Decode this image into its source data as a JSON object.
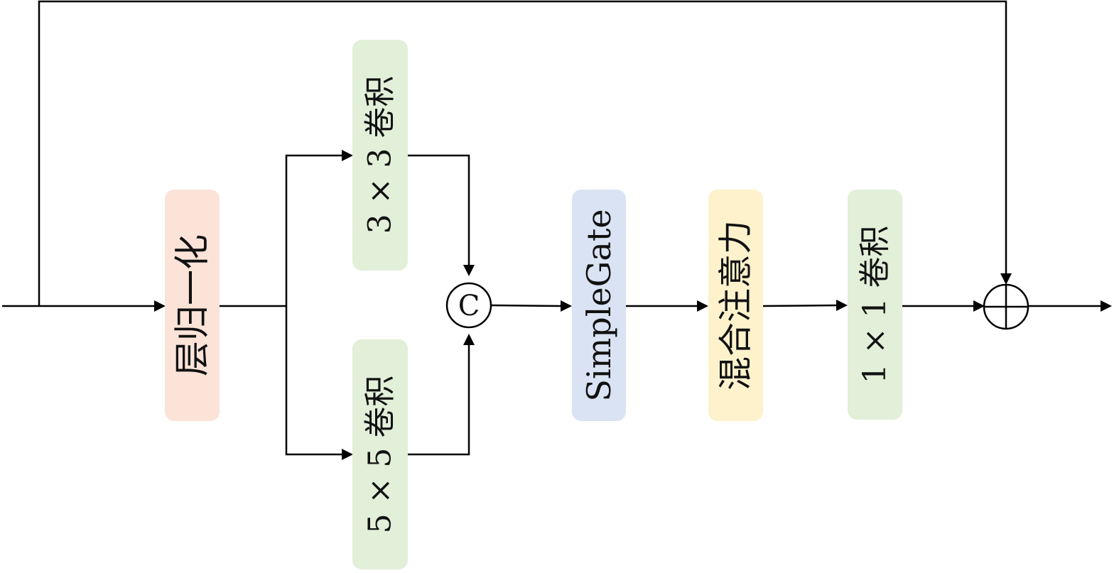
{
  "blocks": {
    "layer_norm": {
      "label": "层归一化",
      "color": "#fbe3d8"
    },
    "conv3": {
      "label": "3 × 3 卷积",
      "color": "#e2efd9"
    },
    "conv5": {
      "label": "5 × 5 卷积",
      "color": "#e2efd9"
    },
    "concat": {
      "label": "C"
    },
    "simple_gate": {
      "label": "SimpleGate",
      "color": "#dae3f3"
    },
    "mixed_attention": {
      "label": "混合注意力",
      "color": "#fef2cc"
    },
    "conv1": {
      "label": "1 × 1 卷积",
      "color": "#e2efd9"
    }
  },
  "colors": {
    "line": "#000000",
    "text": "#111111"
  }
}
